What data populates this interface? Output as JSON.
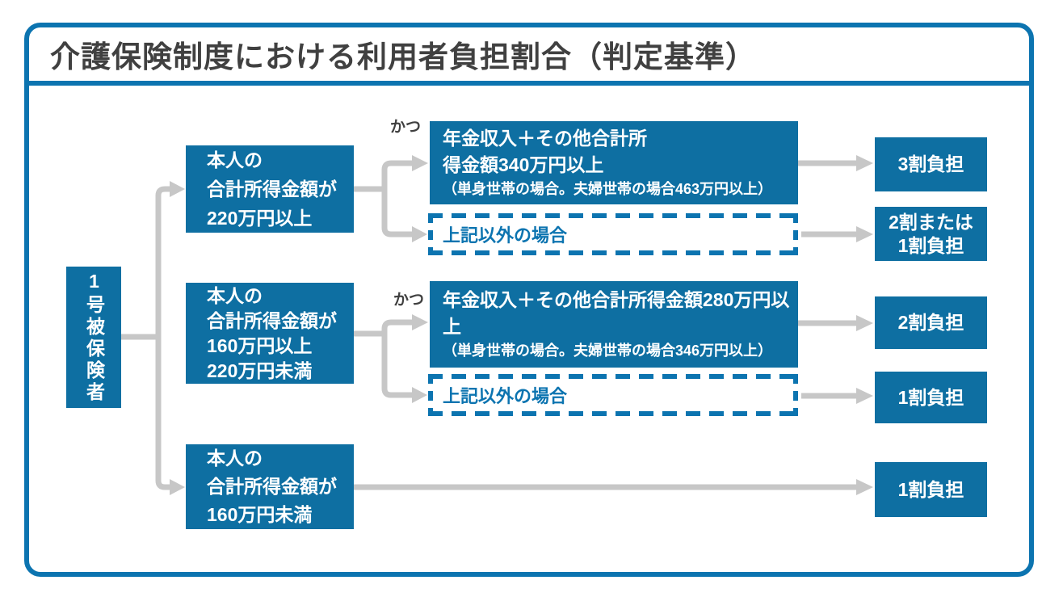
{
  "title": "介護保険制度における利用者負担割合（判定基準）",
  "root": {
    "label": "1号被保険者"
  },
  "and_label": "かつ",
  "branches": [
    {
      "condition": "本人の\n合計所得金額が\n220万円以上",
      "sub_condition_main": "年金収入＋その他合計所\n得金額340万円以上",
      "sub_condition_note": "（単身世帯の場合。夫婦世帯の場合463万円以上）",
      "sub_result": "3割負担",
      "otherwise": "上記以外の場合",
      "otherwise_result": "2割または\n1割負担"
    },
    {
      "condition": "本人の\n合計所得金額が\n160万円以上\n220万円未満",
      "sub_condition_main": "年金収入＋その他合計所得金額280万円以上",
      "sub_condition_note": "（単身世帯の場合。夫婦世帯の場合346万円以上）",
      "sub_result": "2割負担",
      "otherwise": "上記以外の場合",
      "otherwise_result": "1割負担"
    },
    {
      "condition": "本人の\n合計所得金額が\n160万円未満",
      "result": "1割負担"
    }
  ],
  "colors": {
    "accent_blue": "#0C74B0",
    "box_fill": "#0E6FA2",
    "connector_gray": "#C7C7C7",
    "title_text": "#404040"
  }
}
